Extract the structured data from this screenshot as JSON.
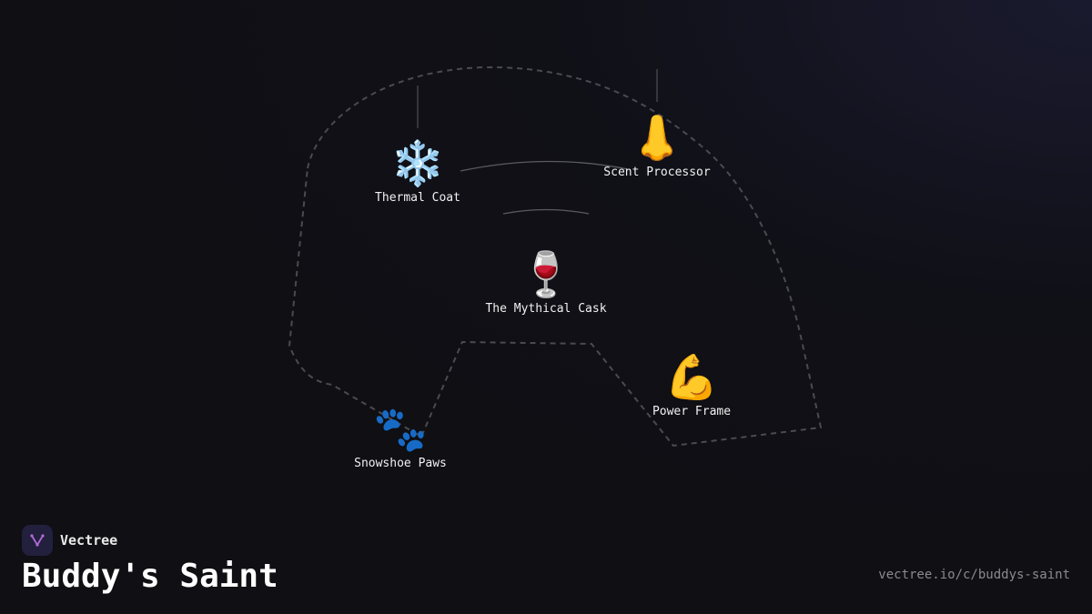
{
  "brand": {
    "name": "Vectree",
    "logo_icon": "vectree-logo-icon",
    "logo_bg": "#22203d",
    "logo_accent": "#b06ad8"
  },
  "title": "Buddy's Saint",
  "url": "vectree.io/c/buddys-saint",
  "colors": {
    "background": "#0f0f14",
    "outline": "#4a4a4f",
    "connector": "#5a5a60",
    "label": "#f2f2f2",
    "muted": "#8a8a8f"
  },
  "nodes": [
    {
      "id": "thermal-coat",
      "label": "Thermal Coat",
      "icon": "❄️",
      "icon_name": "snowflake-icon"
    },
    {
      "id": "scent-processor",
      "label": "Scent Processor",
      "icon": "👃",
      "icon_name": "nose-icon"
    },
    {
      "id": "mythical-cask",
      "label": "The Mythical Cask",
      "icon": "🍷",
      "icon_name": "wine-glass-icon"
    },
    {
      "id": "power-frame",
      "label": "Power Frame",
      "icon": "💪",
      "icon_name": "flexed-biceps-icon"
    },
    {
      "id": "snowshoe-paws",
      "label": "Snowshoe Paws",
      "icon": "🐾",
      "icon_name": "paw-prints-icon"
    }
  ]
}
